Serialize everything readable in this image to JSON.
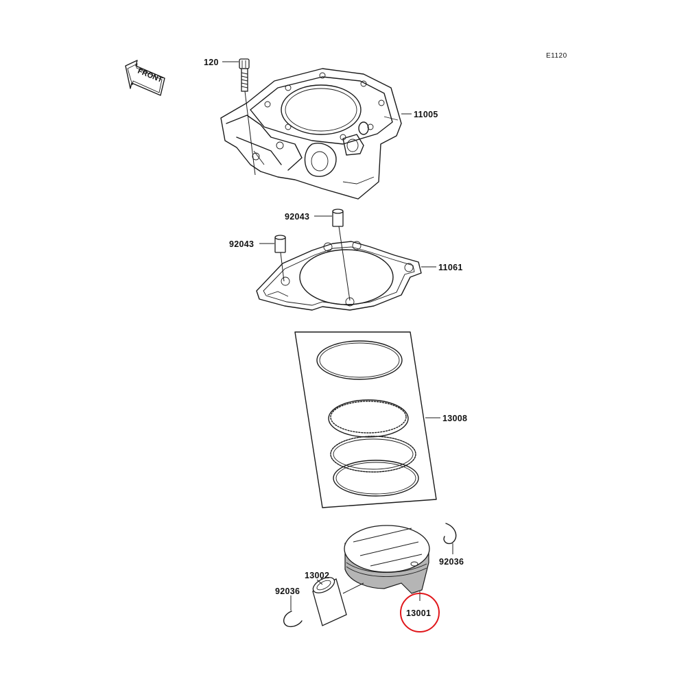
{
  "diagram": {
    "code": "E1120",
    "front_label": "FRONT",
    "parts": {
      "bolt": "120",
      "cylinder": "11005",
      "dowel_upper": "92043",
      "dowel_lower": "92043",
      "gasket": "11061",
      "ring_set": "13008",
      "circlip_right": "92036",
      "piston_pin": "13002",
      "circlip_left": "92036",
      "piston": "13001"
    },
    "highlighted_part": "13001",
    "highlight_color": "#e0161b"
  }
}
